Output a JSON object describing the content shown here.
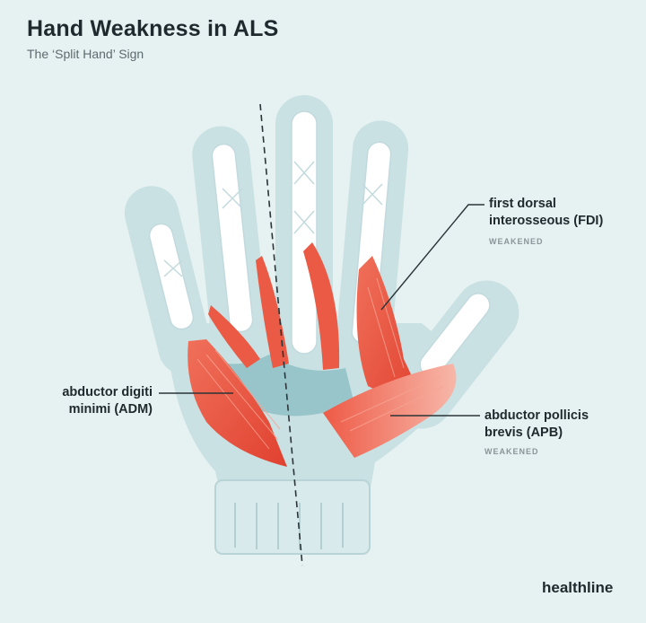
{
  "title": "Hand Weakness in ALS",
  "subtitle": "The ‘Split Hand’ Sign",
  "labels": {
    "fdi": {
      "line1": "first dorsal",
      "line2": "interosseous (FDI)",
      "status": "WEAKENED"
    },
    "adm": {
      "line1": "abductor digiti",
      "line2": "minimi (ADM)"
    },
    "apb": {
      "line1": "abductor pollicis",
      "line2": "brevis (APB)",
      "status": "WEAKENED"
    }
  },
  "brand": "healthline",
  "colors": {
    "background": "#e6f1f2",
    "skin": "#c9e1e3",
    "bone": "#ffffff",
    "muscle": "#ea5a45",
    "text": "#1f2a2e"
  }
}
